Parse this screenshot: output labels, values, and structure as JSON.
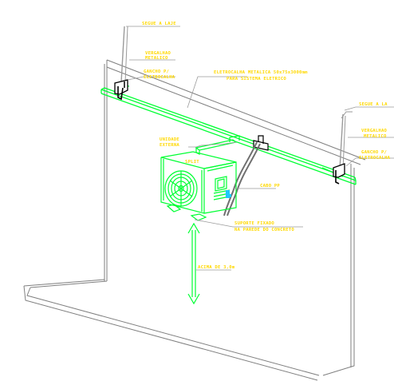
{
  "colors": {
    "background": "#ffffff",
    "wall_lines": "#7f7f7f",
    "equipment": "#00ff33",
    "equipment_dark": "#00cc22",
    "labels": "#ffd800",
    "leader_lines": "#9a9a9a",
    "cable": "#6f6f6f",
    "accent": "#1ec8ff"
  },
  "labels": {
    "segue_left": "SEGUE A LAJE",
    "vergalhao_left_1": "VERGALHAO",
    "vergalhao_left_2": "METALICO",
    "gancho_left_1": "GANCHO P/",
    "gancho_left_2": "ELETROCALHA",
    "eletrocalha_1": "ELETROCALHA METALICA 50x75x3000mm",
    "eletrocalha_2": "PARA SISTEMA ELETRICO",
    "segue_right": "SEGUE A LA",
    "vergalhao_right_1": "VERGALHAO",
    "vergalhao_right_2": "METALICO",
    "gancho_right_1": "GANCHO P/",
    "gancho_right_2": "ELETROCALHA",
    "unidade_1": "UNIDADE",
    "unidade_2": "EXTERNA",
    "split": "SPLIT",
    "cabo_pp": "CABO PP",
    "suporte_1": "SUPORTE FIXADO",
    "suporte_2": "NA PAREDE DO CONCRETO",
    "acima": "ACIMA DE 3,0m"
  }
}
